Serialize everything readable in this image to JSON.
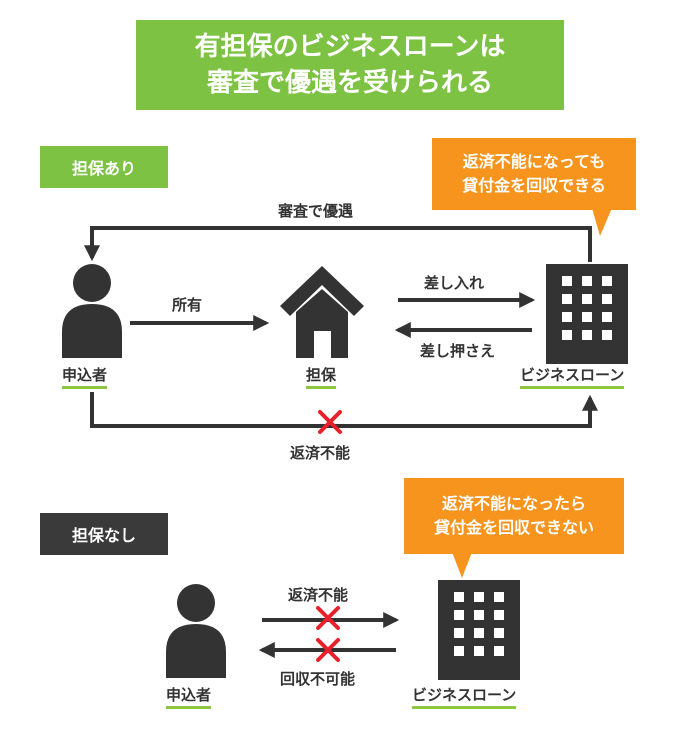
{
  "title": {
    "line1": "有担保のビジネスローンは",
    "line2": "審査で優遇を受けられる"
  },
  "secured": {
    "tag": "担保あり",
    "callout": {
      "line1": "返済不能になっても",
      "line2": "貸付金を回収できる"
    },
    "top_arrow_label": "審査で優遇",
    "own_label": "所有",
    "pledge_label": "差し入れ",
    "seize_label": "差し押さえ",
    "applicant_label": "申込者",
    "collateral_label": "担保",
    "lender_label": "ビジネスローン",
    "bottom_label": "返済不能"
  },
  "unsecured": {
    "tag": "担保なし",
    "callout": {
      "line1": "返済不能になったら",
      "line2": "貸付金を回収できない"
    },
    "default_label": "返済不能",
    "unrecoverable_label": "回収不可能",
    "applicant_label": "申込者",
    "lender_label": "ビジネスローン"
  },
  "colors": {
    "green": "#7dc242",
    "dark": "#3a3a3a",
    "orange": "#f7941d",
    "red": "#e8202a"
  }
}
